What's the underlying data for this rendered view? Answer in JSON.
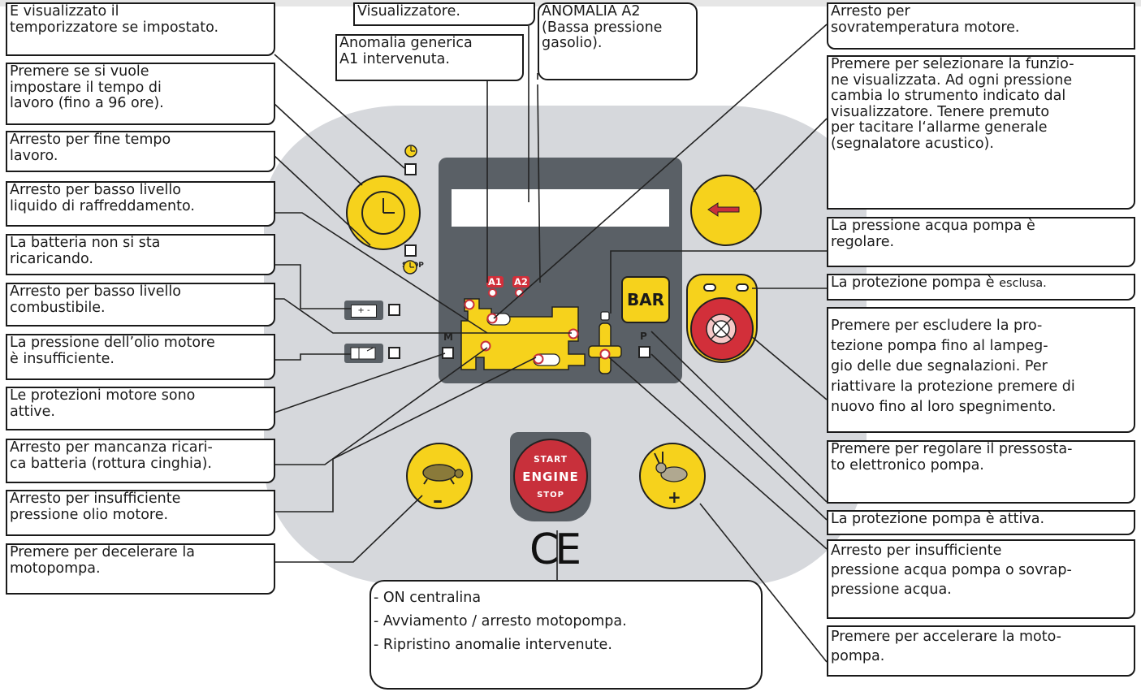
{
  "labels": {
    "timer_shown": "È visualizzato il\ntemporizzatore se impostato.",
    "display": "Visualizzatore.",
    "anomaly_a2": "ANOMALIA A2\n(Bassa pressione\ngasolio).",
    "anomaly_a1": "Anomalia generica\nA1 intervenuta.",
    "set_work_time": "Premere se si vuole\nimpostare il tempo di\nlavoro (fino a 96 ore).",
    "stop_end_time": "Arresto per fine tempo\nlavoro.",
    "stop_coolant": "Arresto per basso livello\nliquido di raffreddamento.",
    "battery_not_charging": "La batteria non si sta\nricaricando.",
    "stop_fuel": "Arresto per basso livello\ncombustibile.",
    "oil_pressure_low": "La pressione dell’olio motore\nè insufficiente.",
    "motor_protection_active": "Le protezioni motore sono\nattive.",
    "stop_belt": "Arresto per mancanza ricari-\nca batteria (rottura cinghia).",
    "stop_oil_pressure": "Arresto per insufficiente\npressione olio motore.",
    "decelerate": "Premere per decelerare la\nmotopompa.",
    "overtemp": "Arresto per\nsovratemperatura motore.",
    "select_function": "Premere per selezionare la funzio-\nne visualizzata. Ad ogni pressione\ncambia lo strumento indicato dal\nvisualizzatore. Tenere premuto\nper tacitare l‘allarme generale\n(segnalatore acustico).",
    "water_pressure_ok": "La pressione acqua pompa è\nregolare.",
    "pump_protection_excluded_a": "La protezione pompa è ",
    "pump_protection_excluded_b": "esclusa.",
    "exclude_protection": " Premere per escludere la pro-\ntezione pompa fino al lampeg-\ngio delle due segnalazioni. Per\nriattivare la protezione premere di\nnuovo fino al loro spegnimento.",
    "adjust_pressure_switch": "Premere per regolare il pressosta-\nto elettronico pompa.",
    "pump_protection_active": "La protezione pompa è attiva.",
    "stop_water_pressure": "Arresto per insufficiente\npressione acqua pompa o sovrap-\npressione acqua.",
    "accelerate": "Premere per accelerare la moto-\npompa.",
    "start_stop_notes": "  -   ON centralina\n  - Avviamento / arresto motopompa.\n  - Ripristino anomalie intervenute."
  },
  "panel": {
    "bar_button": "BAR",
    "start_top": "START",
    "start_mid": "ENGINE",
    "start_bottom": "STOP",
    "stop_tag": "STOP",
    "m_tag": "M",
    "p_tag": "P",
    "a1": "A1",
    "a2": "A2",
    "ce_mark": "CE",
    "minus": "–",
    "plus": "+",
    "battery_symbol": "+  -"
  },
  "colors": {
    "yellow": "#f6d21c",
    "red": "#c8303b",
    "panel_gray": "#d6d8dc",
    "display_gray": "#5a6066"
  }
}
